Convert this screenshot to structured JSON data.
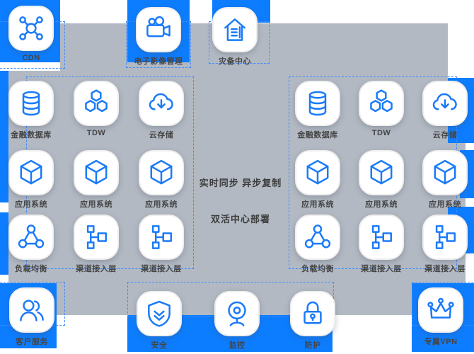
{
  "colors": {
    "accent_blue": "#0d7dff",
    "panel_gray": "#b2b9c3",
    "icon_stroke_blue": "#1a7af8",
    "dashed_border_blue": "#3f8cff",
    "label_text": "#454545"
  },
  "diagram": {
    "top_nodes": [
      {
        "label": "CDN",
        "icon": "cdn-network-icon"
      },
      {
        "label": "电子影像管理",
        "icon": "video-camera-icon"
      },
      {
        "label": "灾备中心",
        "icon": "disaster-recovery-house-icon"
      }
    ],
    "center_annotations": {
      "sync_label": "实时同步 异步复制",
      "deployment_label": "双活中心部署"
    },
    "left_datacenter_nodes": [
      {
        "label": "金融数据库",
        "icon": "database-icon"
      },
      {
        "label": "TDW",
        "icon": "tdw-hexagons-icon"
      },
      {
        "label": "云存储",
        "icon": "cloud-download-icon"
      },
      {
        "label": "应用系统",
        "icon": "cube-icon"
      },
      {
        "label": "应用系统",
        "icon": "cube-icon"
      },
      {
        "label": "应用系统",
        "icon": "cube-icon"
      },
      {
        "label": "负载均衡",
        "icon": "load-balancer-icon"
      },
      {
        "label": "渠道接入层",
        "icon": "channel-access-tree-icon"
      },
      {
        "label": "渠道接入层",
        "icon": "channel-access-tree-icon"
      }
    ],
    "right_datacenter_nodes": [
      {
        "label": "金融数据库",
        "icon": "database-icon"
      },
      {
        "label": "TDW",
        "icon": "tdw-hexagons-icon"
      },
      {
        "label": "云存储",
        "icon": "cloud-download-icon"
      },
      {
        "label": "应用系统",
        "icon": "cube-icon"
      },
      {
        "label": "应用系统",
        "icon": "cube-icon"
      },
      {
        "label": "应用系统",
        "icon": "cube-icon"
      },
      {
        "label": "负载均衡",
        "icon": "load-balancer-icon"
      },
      {
        "label": "渠道接入层",
        "icon": "channel-access-tree-icon"
      },
      {
        "label": "渠道接入层",
        "icon": "channel-access-tree-icon"
      }
    ],
    "bottom_nodes": [
      {
        "label": "客户服务",
        "icon": "people-icon"
      },
      {
        "label": "安全",
        "icon": "shield-icon"
      },
      {
        "label": "监控",
        "icon": "webcam-icon"
      },
      {
        "label": "防护",
        "icon": "lock-icon"
      },
      {
        "label": "专属VPN",
        "icon": "crown-icon"
      }
    ]
  }
}
